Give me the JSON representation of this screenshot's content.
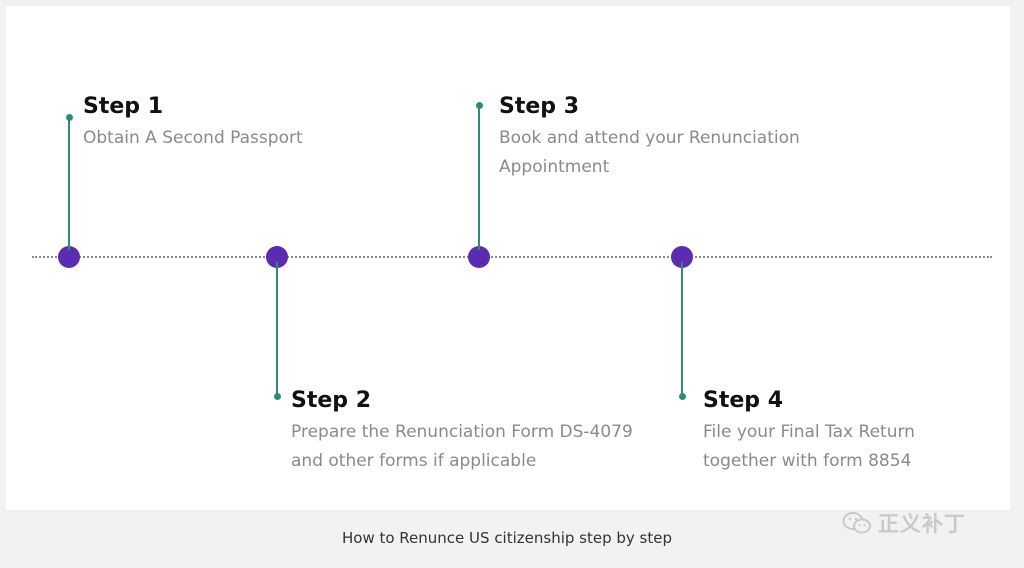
{
  "steps": [
    {
      "title": "Step 1",
      "description": "Obtain A Second Passport"
    },
    {
      "title": "Step 2",
      "description": "Prepare the Renunciation Form DS-4079 and other forms if applicable"
    },
    {
      "title": "Step 3",
      "description": "Book and attend your Renunciation Appointment"
    },
    {
      "title": "Step 4",
      "description": "File your Final Tax Return together with form 8854"
    }
  ],
  "caption": "How to Renunce US citizenship step by step",
  "watermark": {
    "icon": "wechat-icon",
    "text": "正义补丁"
  },
  "colors": {
    "node": "#5b2bb0",
    "connector": "#2e8b78",
    "axis": "#8d8d8d"
  }
}
